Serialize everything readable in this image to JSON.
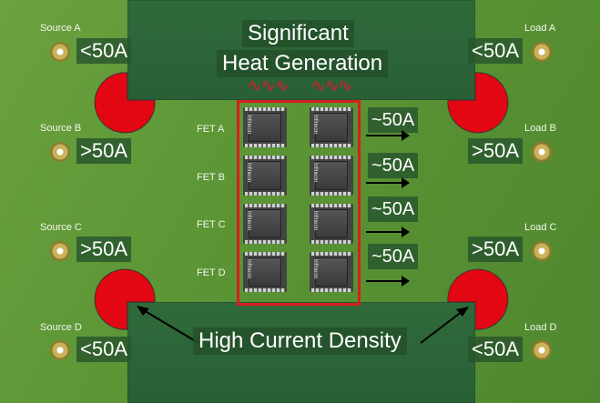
{
  "title": {
    "line1": "Significant",
    "line2": "Heat Generation"
  },
  "bottom_label": "High Current Density",
  "sources": [
    {
      "label": "Source A",
      "current": "<50A"
    },
    {
      "label": "Source B",
      "current": ">50A"
    },
    {
      "label": "Source C",
      "current": ">50A"
    },
    {
      "label": "Source D",
      "current": "<50A"
    }
  ],
  "loads": [
    {
      "label": "Load A",
      "current": "<50A"
    },
    {
      "label": "Load B",
      "current": ">50A"
    },
    {
      "label": "Load C",
      "current": ">50A"
    },
    {
      "label": "Load D",
      "current": "<50A"
    }
  ],
  "fets": [
    {
      "label": "FET A",
      "current": "~50A"
    },
    {
      "label": "FET B",
      "current": "~50A"
    },
    {
      "label": "FET C",
      "current": "~50A"
    },
    {
      "label": "FET D",
      "current": "~50A"
    }
  ],
  "chip_brand": "infineon",
  "colors": {
    "hotspot": "#e30613",
    "board": "#5a9434",
    "trace": "#2f6a3a",
    "frame": "#d81e1e"
  }
}
